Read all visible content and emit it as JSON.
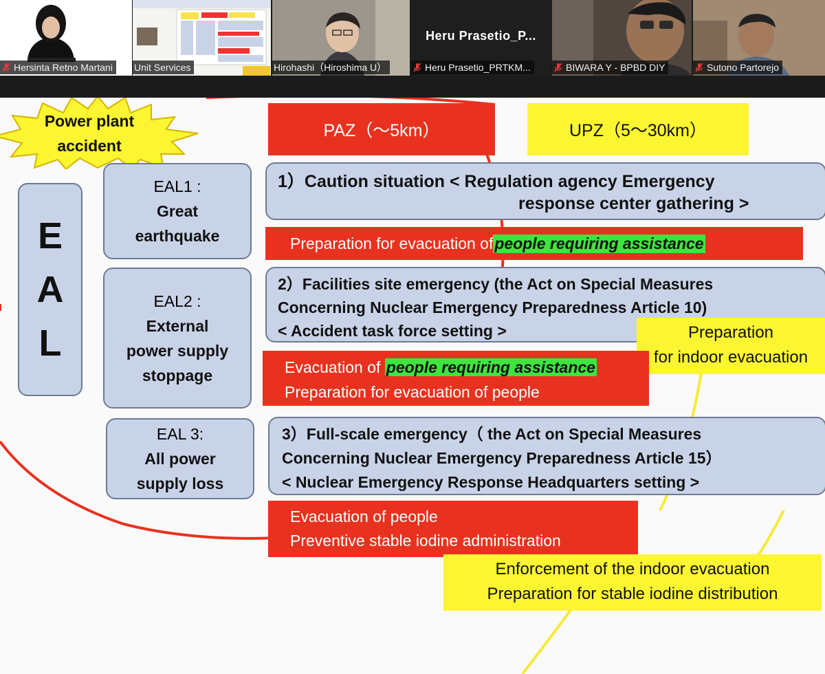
{
  "participants": [
    {
      "name": "Hersinta Retno Martani",
      "muted": true
    },
    {
      "name": "Unit Services",
      "muted": false
    },
    {
      "name": "Hirohashi（Hiroshima U）",
      "muted": false
    },
    {
      "name": "Heru Prasetio_PRTKM...",
      "display_title": "Heru  Prasetio_P...",
      "muted": true
    },
    {
      "name": "BIWARA Y - BPBD DIY",
      "muted": true
    },
    {
      "name": "Sutono Partorejo",
      "muted": true
    }
  ],
  "slide": {
    "starburst": {
      "line1": "Power plant",
      "line2": "accident"
    },
    "eal_label": [
      "E",
      "A",
      "L"
    ],
    "zones": {
      "paz": "PAZ（〜5km）",
      "upz": "UPZ（5〜30km）"
    },
    "levels": [
      {
        "label": "EAL1 :",
        "desc": [
          "Great",
          "earthquake"
        ]
      },
      {
        "label": "EAL2 :",
        "desc": [
          "External",
          "power supply",
          "stoppage"
        ]
      },
      {
        "label": "EAL 3:",
        "desc": [
          "All power",
          "supply loss"
        ]
      }
    ],
    "situations": {
      "s1": {
        "line1": "1）Caution situation < Regulation agency Emergency",
        "line2": "response center  gathering >"
      },
      "s2": {
        "line1": "2）Facilities site emergency (the Act on Special Measures",
        "line2": "Concerning Nuclear Emergency Preparedness Article 10)",
        "line3": "< Accident task force setting >"
      },
      "s3": {
        "line1": "3）Full-scale emergency（ the Act on Special Measures",
        "line2": "Concerning Nuclear Emergency Preparedness Article 15）",
        "line3": "< Nuclear Emergency Response Headquarters setting >"
      }
    },
    "actions": {
      "a1": {
        "prefix": "Preparation for evacuation of ",
        "highlight": "people requiring assistance"
      },
      "a2": {
        "prefix": "Evacuation of ",
        "highlight": "people requiring assistance",
        "line2": "Preparation for evacuation of people"
      },
      "a3": {
        "line1": "Evacuation of people",
        "line2": "Preventive stable iodine administration"
      },
      "y1": {
        "line1": "Preparation",
        "line2": "for indoor evacuation"
      },
      "y2": {
        "line1": "Enforcement of the indoor evacuation",
        "line2": "Preparation for stable iodine distribution"
      }
    }
  },
  "colors": {
    "red": "#e8321f",
    "yellow": "#fbf532",
    "blue_box": "#c9d3e8",
    "highlight": "#3ee53e"
  }
}
